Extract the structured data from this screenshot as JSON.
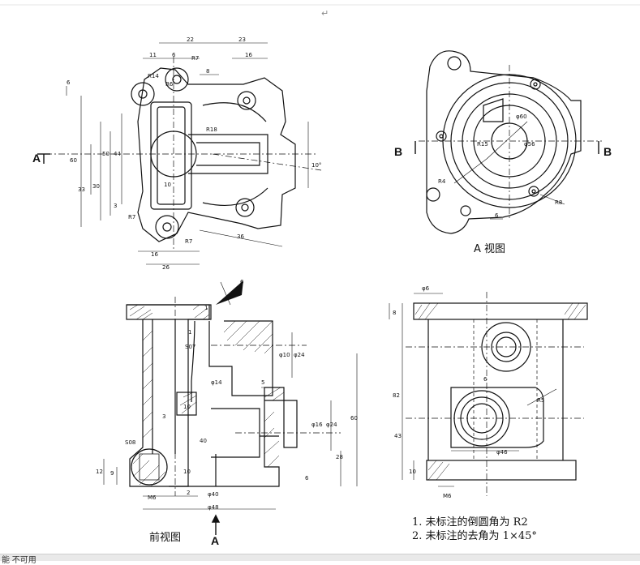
{
  "document": {
    "paragraph_mark": "↵",
    "status_text": "能 不可用"
  },
  "views": {
    "top": {
      "dims": {
        "d22": "22",
        "d23": "23",
        "d11": "11",
        "d6a": "6",
        "r7a": "R7",
        "d16a": "16",
        "r14": "R14",
        "r6": "R6",
        "d8": "8",
        "d6b": "6",
        "r18": "R18",
        "d60": "60",
        "d50": "50",
        "d44": "44",
        "d33": "33",
        "d30": "30",
        "d10": "10",
        "d3": "3",
        "r7b": "R7",
        "r7c": "R7",
        "d16b": "16",
        "d26": "26",
        "d36": "36",
        "d10deg": "10°"
      },
      "section_marks": {
        "left": "A"
      }
    },
    "aview": {
      "title": "A 视图",
      "dims": {
        "d60": "φ60",
        "r15": "R15",
        "d56": "φ56",
        "r4": "R4",
        "r8": "R8",
        "d6": "6"
      },
      "section_marks": {
        "left": "B",
        "right": "B"
      }
    },
    "front": {
      "title": "前视图",
      "section_letter": "A",
      "dims": {
        "d6": "6",
        "d1a": "1",
        "d1b": "1",
        "s07": "S07",
        "d10": "φ10",
        "d24": "φ24",
        "d14": "φ14",
        "d5": "5",
        "d10b": "10",
        "d3": "3",
        "d16": "φ16",
        "d24b": "φ24",
        "d60": "60",
        "d40": "40",
        "d28": "28",
        "d10c": "10",
        "d12": "12",
        "d9": "9",
        "s08": "S08",
        "d2": "2",
        "d6b": "6",
        "m6": "M6",
        "d40b": "φ40",
        "d48": "φ48"
      }
    },
    "side": {
      "dims": {
        "d6": "φ6",
        "d8": "8",
        "d82": "82",
        "d6b": "6",
        "r5": "R5",
        "d43": "43",
        "d46": "φ46",
        "d10": "10",
        "m6": "M6"
      }
    }
  },
  "notes": [
    "1. 未标注的倒圆角为 R2",
    "2. 未标注的去角为 1×45°"
  ]
}
